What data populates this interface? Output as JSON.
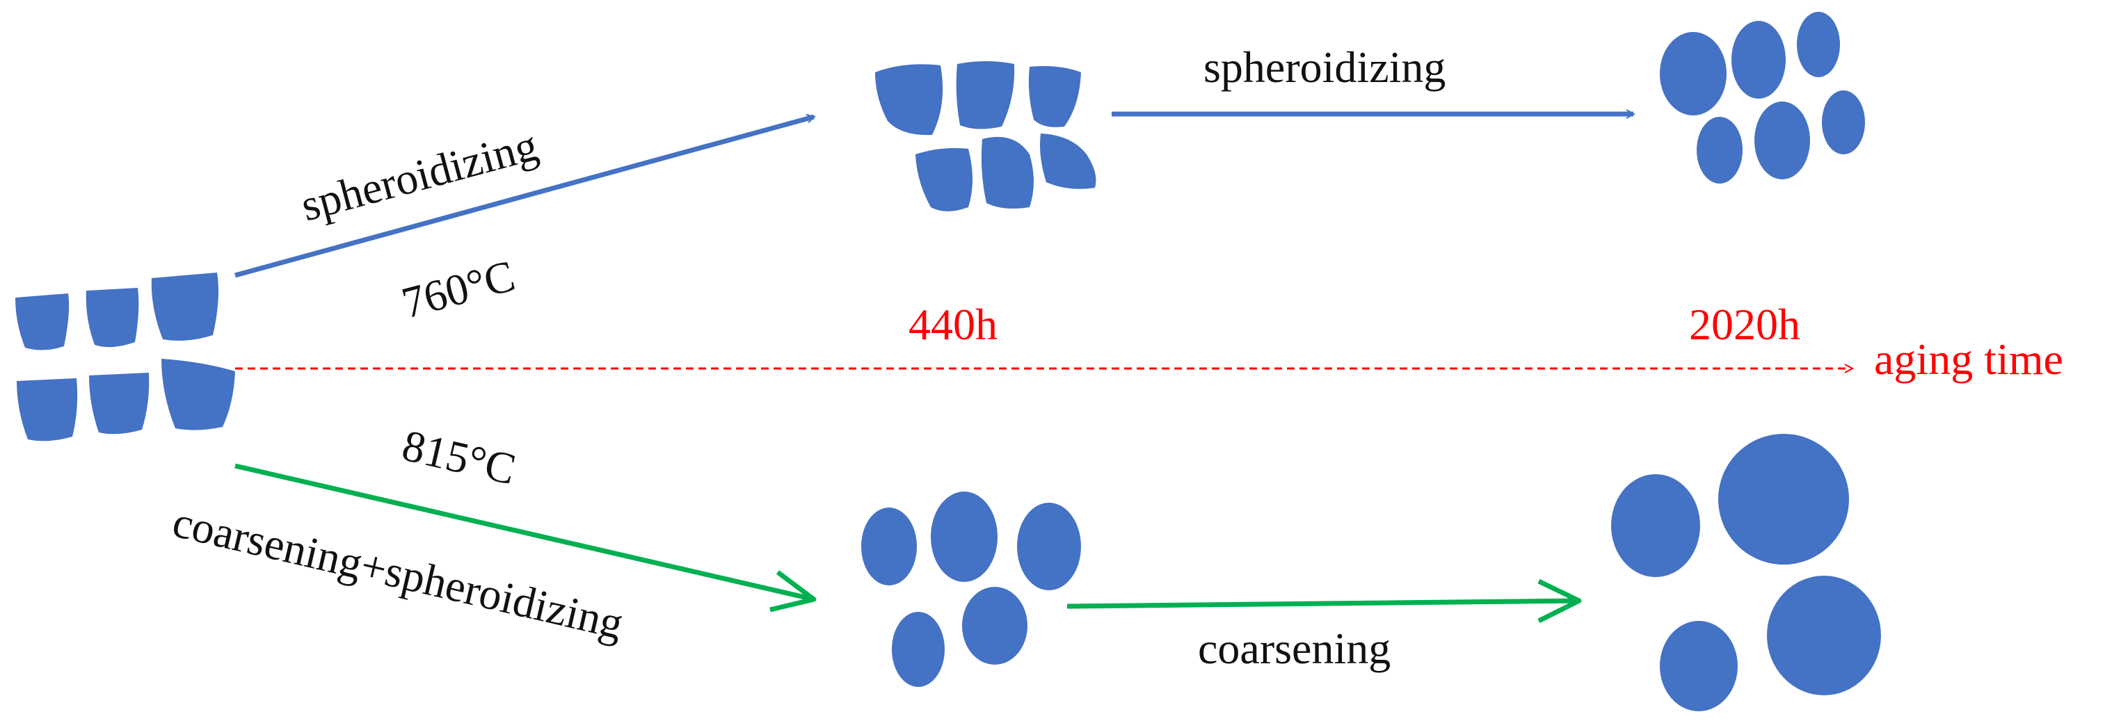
{
  "colors": {
    "particle": "#4472c4",
    "upper_path": "#4472c4",
    "lower_path": "#00b050",
    "time_axis": "#ff0000",
    "text": "#111111"
  },
  "labels": {
    "upper_step1": "spheroidizing",
    "upper_temp": "760°C",
    "upper_step2": "spheroidizing",
    "lower_temp": "815°C",
    "lower_step1": "coarsening+spheroidizing",
    "lower_step2": "coarsening",
    "time_440": "440h",
    "time_2020": "2020h",
    "time_axis": "aging time"
  },
  "icons": {
    "initial": "blocky-particles",
    "upper_440h": "rounded-blocky-particles",
    "upper_2020h": "small-ellipse-particles",
    "lower_440h": "ellipse-particles",
    "lower_2020h": "large-circle-particles"
  }
}
